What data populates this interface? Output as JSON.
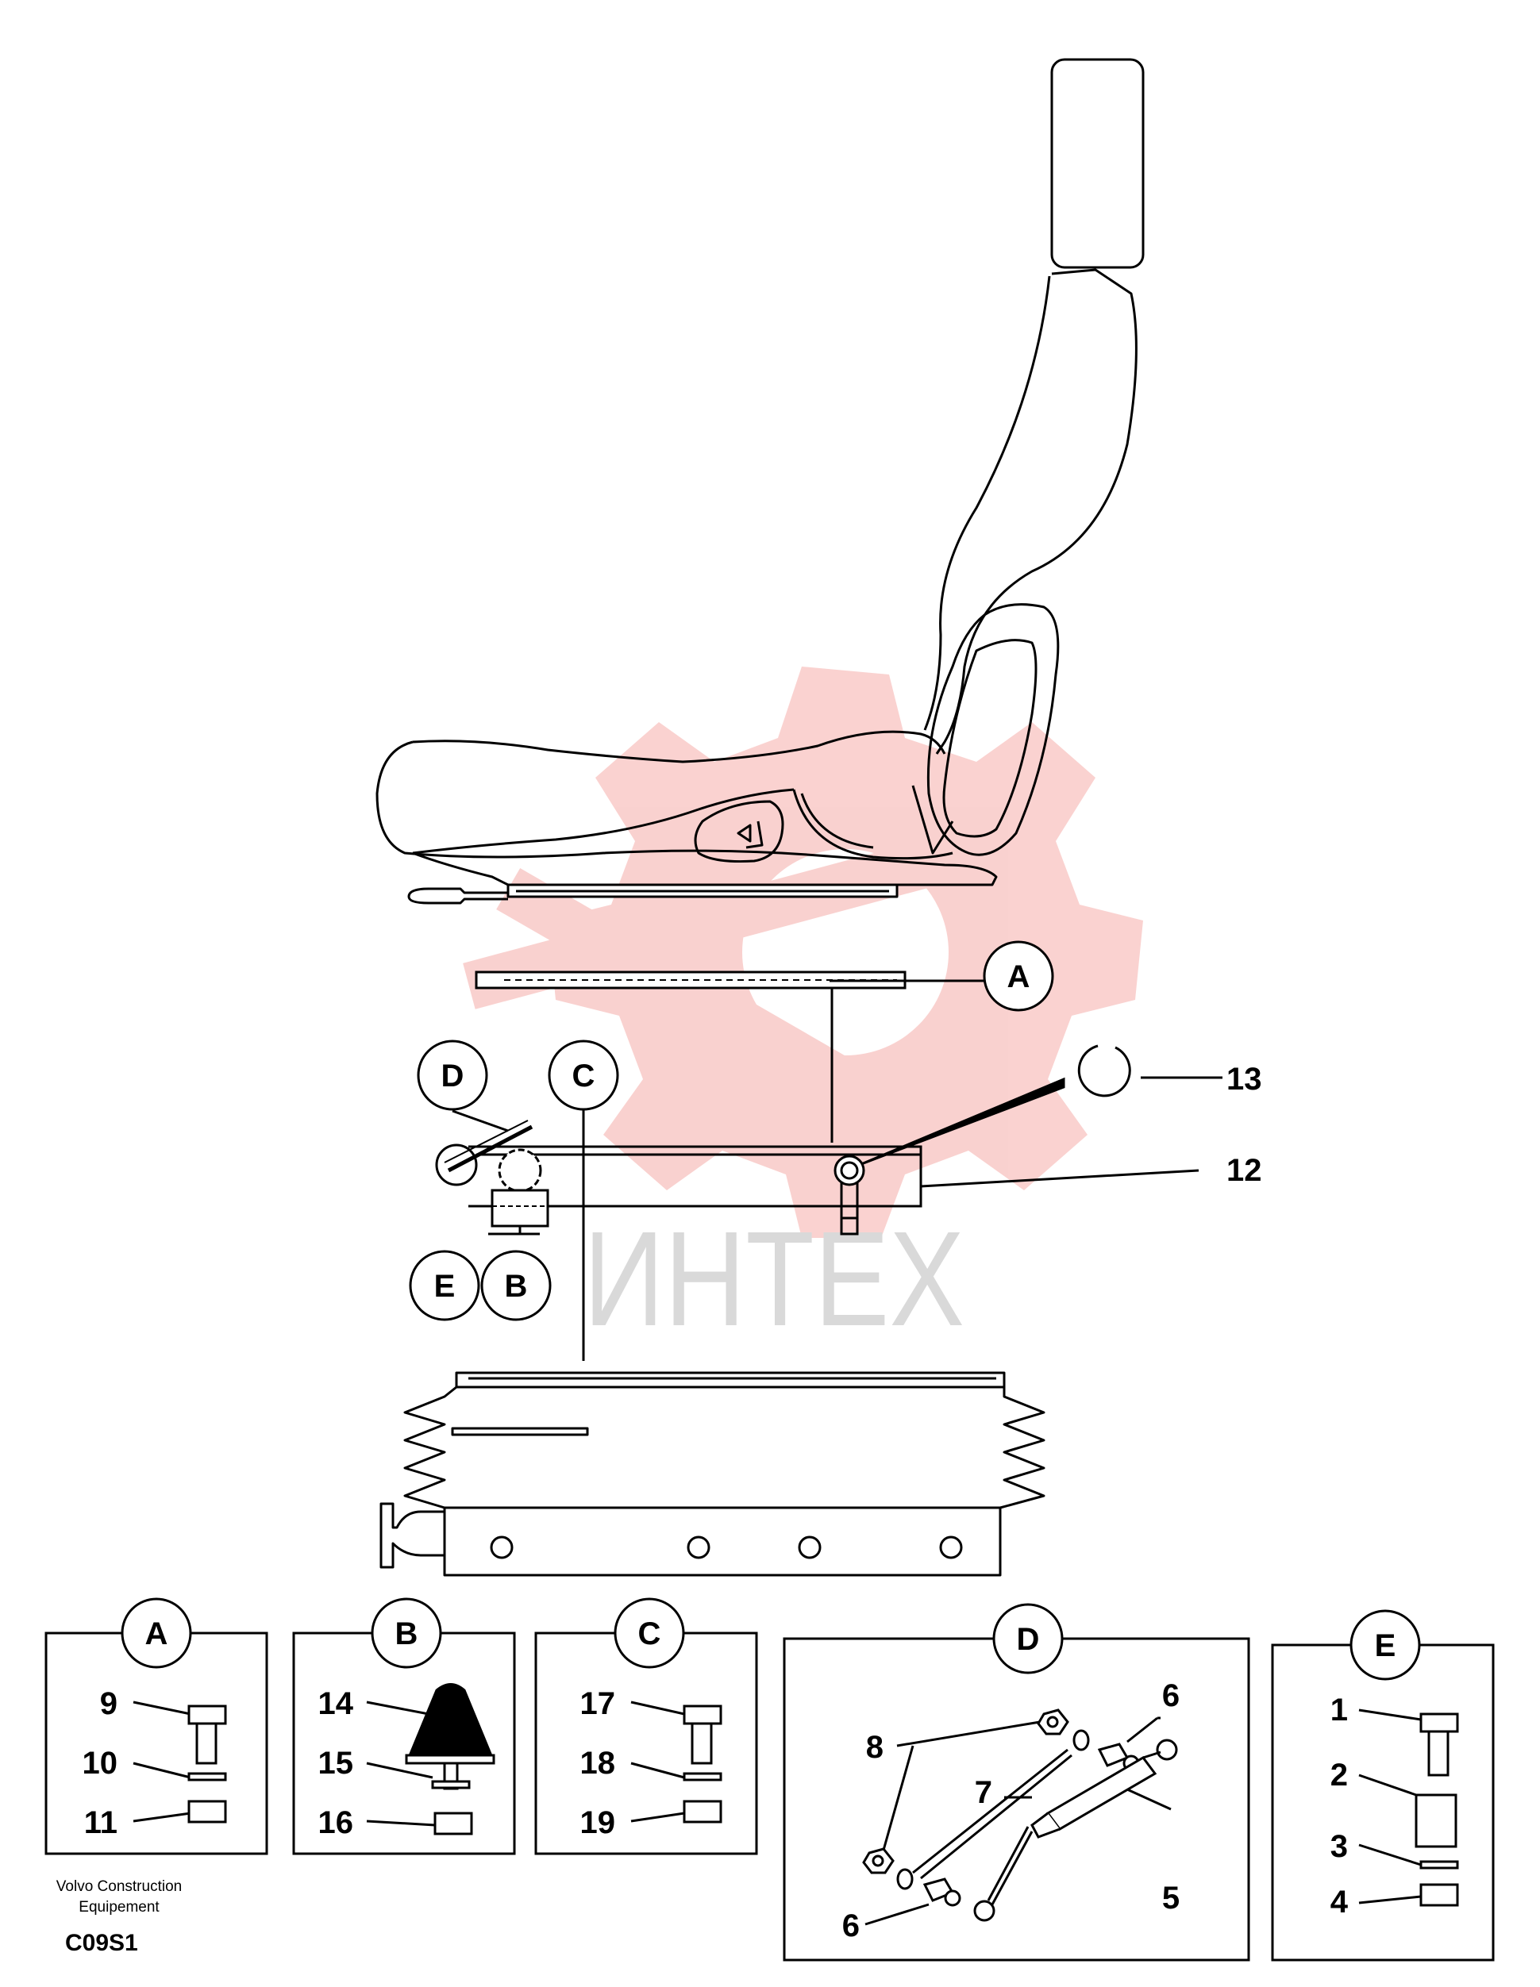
{
  "watermark": {
    "text": "ИНТЕХ",
    "color": "#e6332a"
  },
  "main_callouts": {
    "A": "A",
    "B": "B",
    "C": "C",
    "D": "D",
    "E": "E"
  },
  "main_numbers": {
    "n13": "13",
    "n12": "12"
  },
  "detail_A": {
    "letter": "A",
    "labels": [
      "9",
      "10",
      "11"
    ]
  },
  "detail_B": {
    "letter": "B",
    "labels": [
      "14",
      "15",
      "16"
    ]
  },
  "detail_C": {
    "letter": "C",
    "labels": [
      "17",
      "18",
      "19"
    ]
  },
  "detail_D": {
    "letter": "D",
    "labels": [
      "8",
      "6",
      "7",
      "6",
      "5"
    ]
  },
  "detail_E": {
    "letter": "E",
    "labels": [
      "1",
      "2",
      "3",
      "4"
    ]
  },
  "footer": {
    "company_line1": "Volvo Construction",
    "company_line2": "Equipement",
    "code": "C09S1"
  }
}
